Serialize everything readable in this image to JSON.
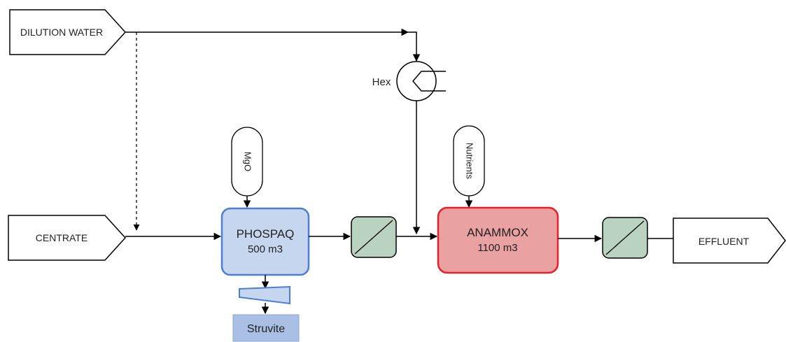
{
  "inputs": {
    "dilution_water": "DILUTION WATER",
    "centrate": "CENTRATE"
  },
  "output": {
    "effluent": "EFFLUENT"
  },
  "dosing": {
    "mgo": "MgO",
    "nutrients": "Nutrients"
  },
  "heat_exchanger": {
    "label": "Hex"
  },
  "reactors": {
    "phospaq": {
      "name": "PHOSPAQ",
      "volume": "500 m3"
    },
    "anammox": {
      "name": "ANAMMOX",
      "volume": "1100 m3"
    }
  },
  "product": {
    "struvite": "Struvite"
  },
  "colors": {
    "phospaq_fill": "#c5d6ee",
    "phospaq_stroke": "#4a7fd4",
    "anammox_fill": "#e9a1a1",
    "anammox_stroke": "#e8202a",
    "separator_fill": "#b9d3c0",
    "struvite_fill": "#a9bfe3",
    "line": "#000000"
  }
}
